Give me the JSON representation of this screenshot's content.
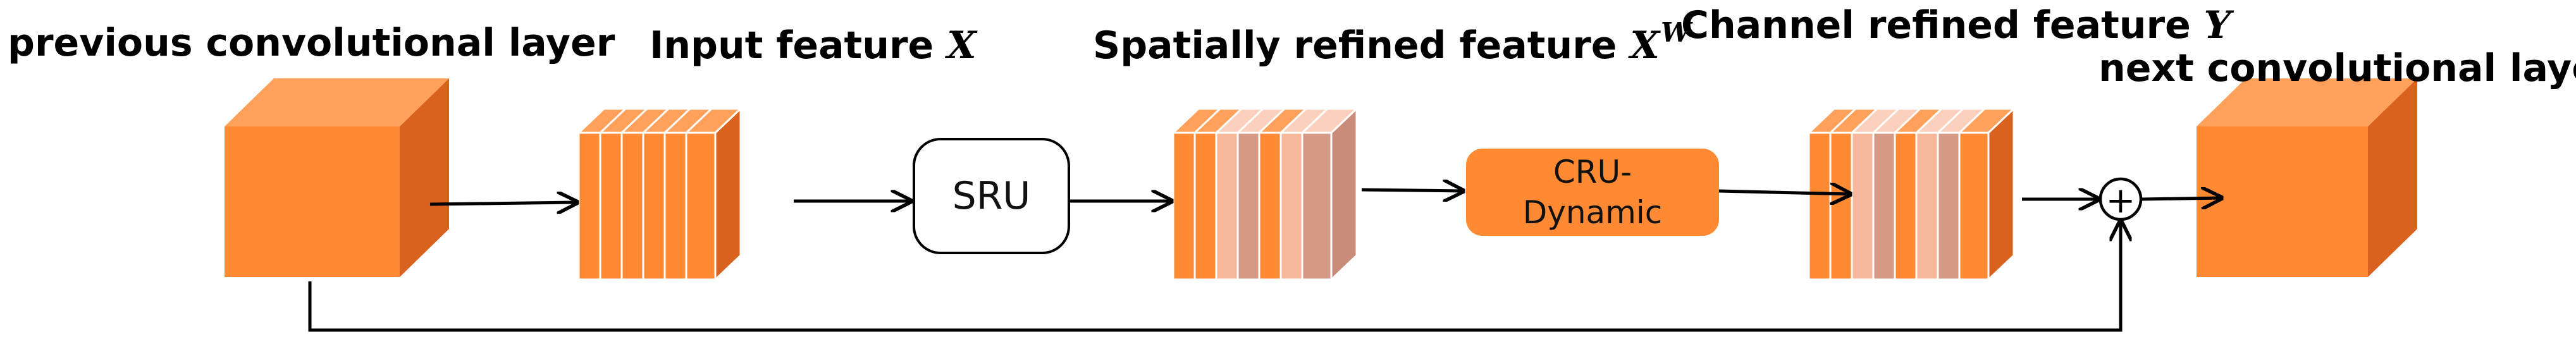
{
  "labels": {
    "previous_layer": "previous convolutional layer",
    "input_feature": "Input feature",
    "input_symbol": "X",
    "spatial_feature": "Spatially refined feature",
    "spatial_symbol": "X",
    "spatial_superscript": "W",
    "channel_feature": "Channel refined feature",
    "channel_symbol": "Y",
    "next_layer": "next convolutional layer"
  },
  "blocks": {
    "sru": "SRU",
    "cru_line1": "CRU-",
    "cru_line2": "Dynamic"
  },
  "operators": {
    "add": "+"
  },
  "colors": {
    "cube_front": "#FF8A33",
    "cube_top": "#FFA15A",
    "cube_side": "#D9621E",
    "slab_light": "#F6B79A",
    "slab_gray": "#D49A86",
    "cru_fill": "#FF8A33",
    "line": "#000000"
  }
}
